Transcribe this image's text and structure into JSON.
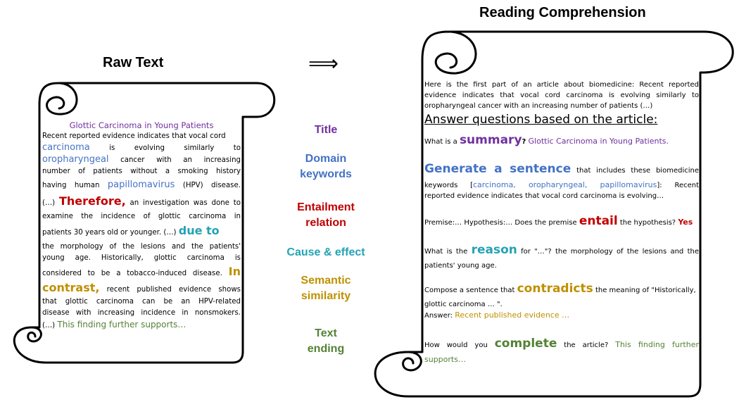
{
  "headers": {
    "raw_text": "Raw Text",
    "reading_comprehension": "Reading Comprehension",
    "arrow": "⟹"
  },
  "raw": {
    "title": "Glottic Carcinoma in Young Patients",
    "p1a": "Recent reported evidence indicates that vocal cord",
    "kw1": "carcinoma",
    "p1b": "is evolving similarly to",
    "kw2": "oropharyngeal",
    "p1c": "cancer with an increasing",
    "p1d": "number of patients without a smoking history",
    "p1e": "having human",
    "kw3": "papillomavirus",
    "p1f": "(HPV) disease.",
    "p2a": "(…)",
    "therefore": "Therefore,",
    "p2b": "an investigation was done to",
    "p2c": "examine the incidence of glottic carcinoma in",
    "p2d": "patients 30 years old  or younger. (…)",
    "due_to": "due to",
    "p3a": "the morphology of the lesions and the patients'",
    "p3b": "young age. Historically, glottic carcinoma is",
    "p3c": "considered to be a tobacco-induced disease.",
    "in": "In",
    "contrast": "contrast,",
    "p4a": "recent published evidence shows",
    "p4b": "that glottic carcinoma can be an HPV-related",
    "p4c": "disease with increasing incidence in nonsmokers.",
    "p5a": "(…)",
    "ending": "This finding further supports…"
  },
  "categories": {
    "title": "Title",
    "domain1": "Domain",
    "domain2": "keywords",
    "entail1": "Entailment",
    "entail2": "relation",
    "cause": "Cause & effect",
    "sem1": "Semantic",
    "sem2": "similarity",
    "text1": "Text",
    "text2": "ending"
  },
  "rc": {
    "intro1": "Here is the first part of an article about biomedicine: Recent reported",
    "intro2": "evidence indicates that vocal cord carcinoma is evolving similarly to",
    "intro3": "oropharyngeal cancer with an increasing number of patients (…)",
    "answer_heading": "Answer questions based on the article:",
    "q1a": "What is a",
    "q1kw": "summary",
    "q1b": "?",
    "q1ans": "Glottic Carcinoma in Young Patients.",
    "q2kw": "Generate a sentence",
    "q2a": "that includes these biomedicine",
    "q2b": "keywords [",
    "q2kws": "carcinoma, oropharyngeal, papillomavirus",
    "q2c": "]: Recent",
    "q2d": "reported evidence indicates that vocal cord carcinoma is evolving…",
    "q3a": "Premise:… Hypothesis:… Does the premise",
    "q3kw": "entail",
    "q3b": "the hypothesis?",
    "q3ans": "Yes",
    "q4a": "What is the",
    "q4kw": "reason",
    "q4b": "for \"…\"? the morphology of the lesions and the",
    "q4c": "patients' young age.",
    "q5a": "Compose a sentence that",
    "q5kw": "contradicts",
    "q5b": "the meaning of \"Historically,",
    "q5c": "glottic carcinoma … \".",
    "q5d": "Answer:",
    "q5ans": "Recent published evidence …",
    "q6a": "How would you",
    "q6kw": "complete",
    "q6b": "the article?",
    "q6ans1": "This finding further",
    "q6ans2": "supports…"
  },
  "colors": {
    "title": "#7030a0",
    "domain": "#4472c4",
    "entail": "#c00000",
    "cause": "#23a3b4",
    "semantic": "#bf9000",
    "ending": "#548235"
  }
}
